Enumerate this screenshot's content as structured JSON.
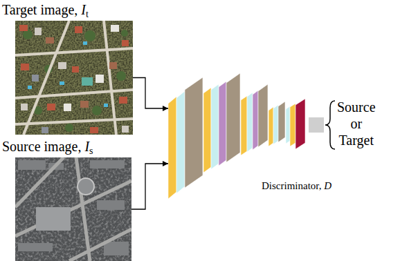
{
  "diagram": {
    "nodes": [
      {
        "text": [
          "Target image, It"
        ]
      },
      {
        "text": [
          "Source image, Is"
        ]
      },
      {
        "text": [
          "Discriminator, D"
        ]
      }
    ],
    "edges": [
      {
        "from": 0,
        "to": 2,
        "arrow": "to"
      },
      {
        "from": 1,
        "to": 2,
        "arrow": "to"
      }
    ],
    "labels": [
      "Source or Target"
    ]
  }
}
